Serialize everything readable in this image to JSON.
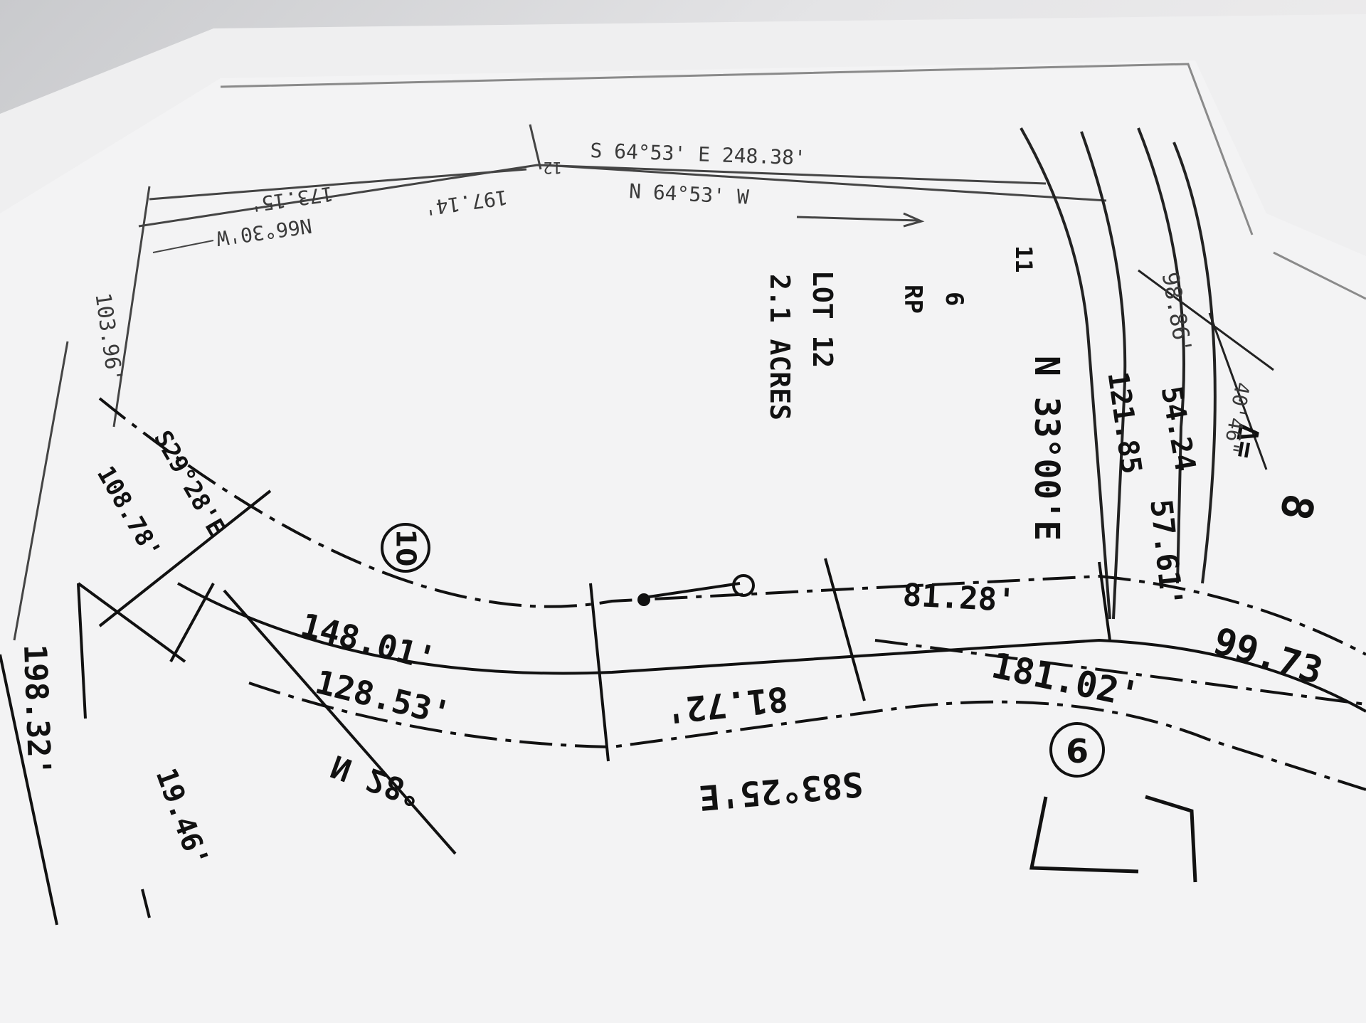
{
  "plat": {
    "lot": {
      "lot_no": "LOT 12",
      "area": "2.1 ACRES",
      "note_6": "6",
      "note_rp": "RP"
    },
    "bearings": {
      "top_outer": "S 64°53' E    248.38'",
      "top_inner": "N 64°53' W",
      "top_left_bearing": "N66°30'W",
      "top_left_dist_a": "197.14'",
      "top_left_dist_b": "173.15'",
      "left_bearing": "S29°28'E",
      "road_bearing": "S83°25'E",
      "right_bearing": "N 33°00'E",
      "bottom_left_bearing": "N 28°"
    },
    "distances": {
      "d_103_96": "103.96'",
      "d_108_78": "108.78'",
      "d_198_32": "198.32'",
      "d_19_46": "19.46'",
      "d_148_01": "148.01'",
      "d_128_53": "128.53'",
      "d_81_72": "81.72'",
      "d_81_28": "81.28'",
      "d_181_02": "181.02'",
      "d_99_73": "99.73",
      "d_121_85": "121.85",
      "d_54_24": "54.24",
      "d_57_61": "57.61'",
      "d_98_86": "98.86'",
      "d_11": "11",
      "d_12_side": "12"
    },
    "circled": {
      "lot10": "10",
      "lot9": "9",
      "lot8": "8"
    },
    "corner_marks": {
      "delta": "Δ=",
      "mark": "40'46\""
    }
  }
}
